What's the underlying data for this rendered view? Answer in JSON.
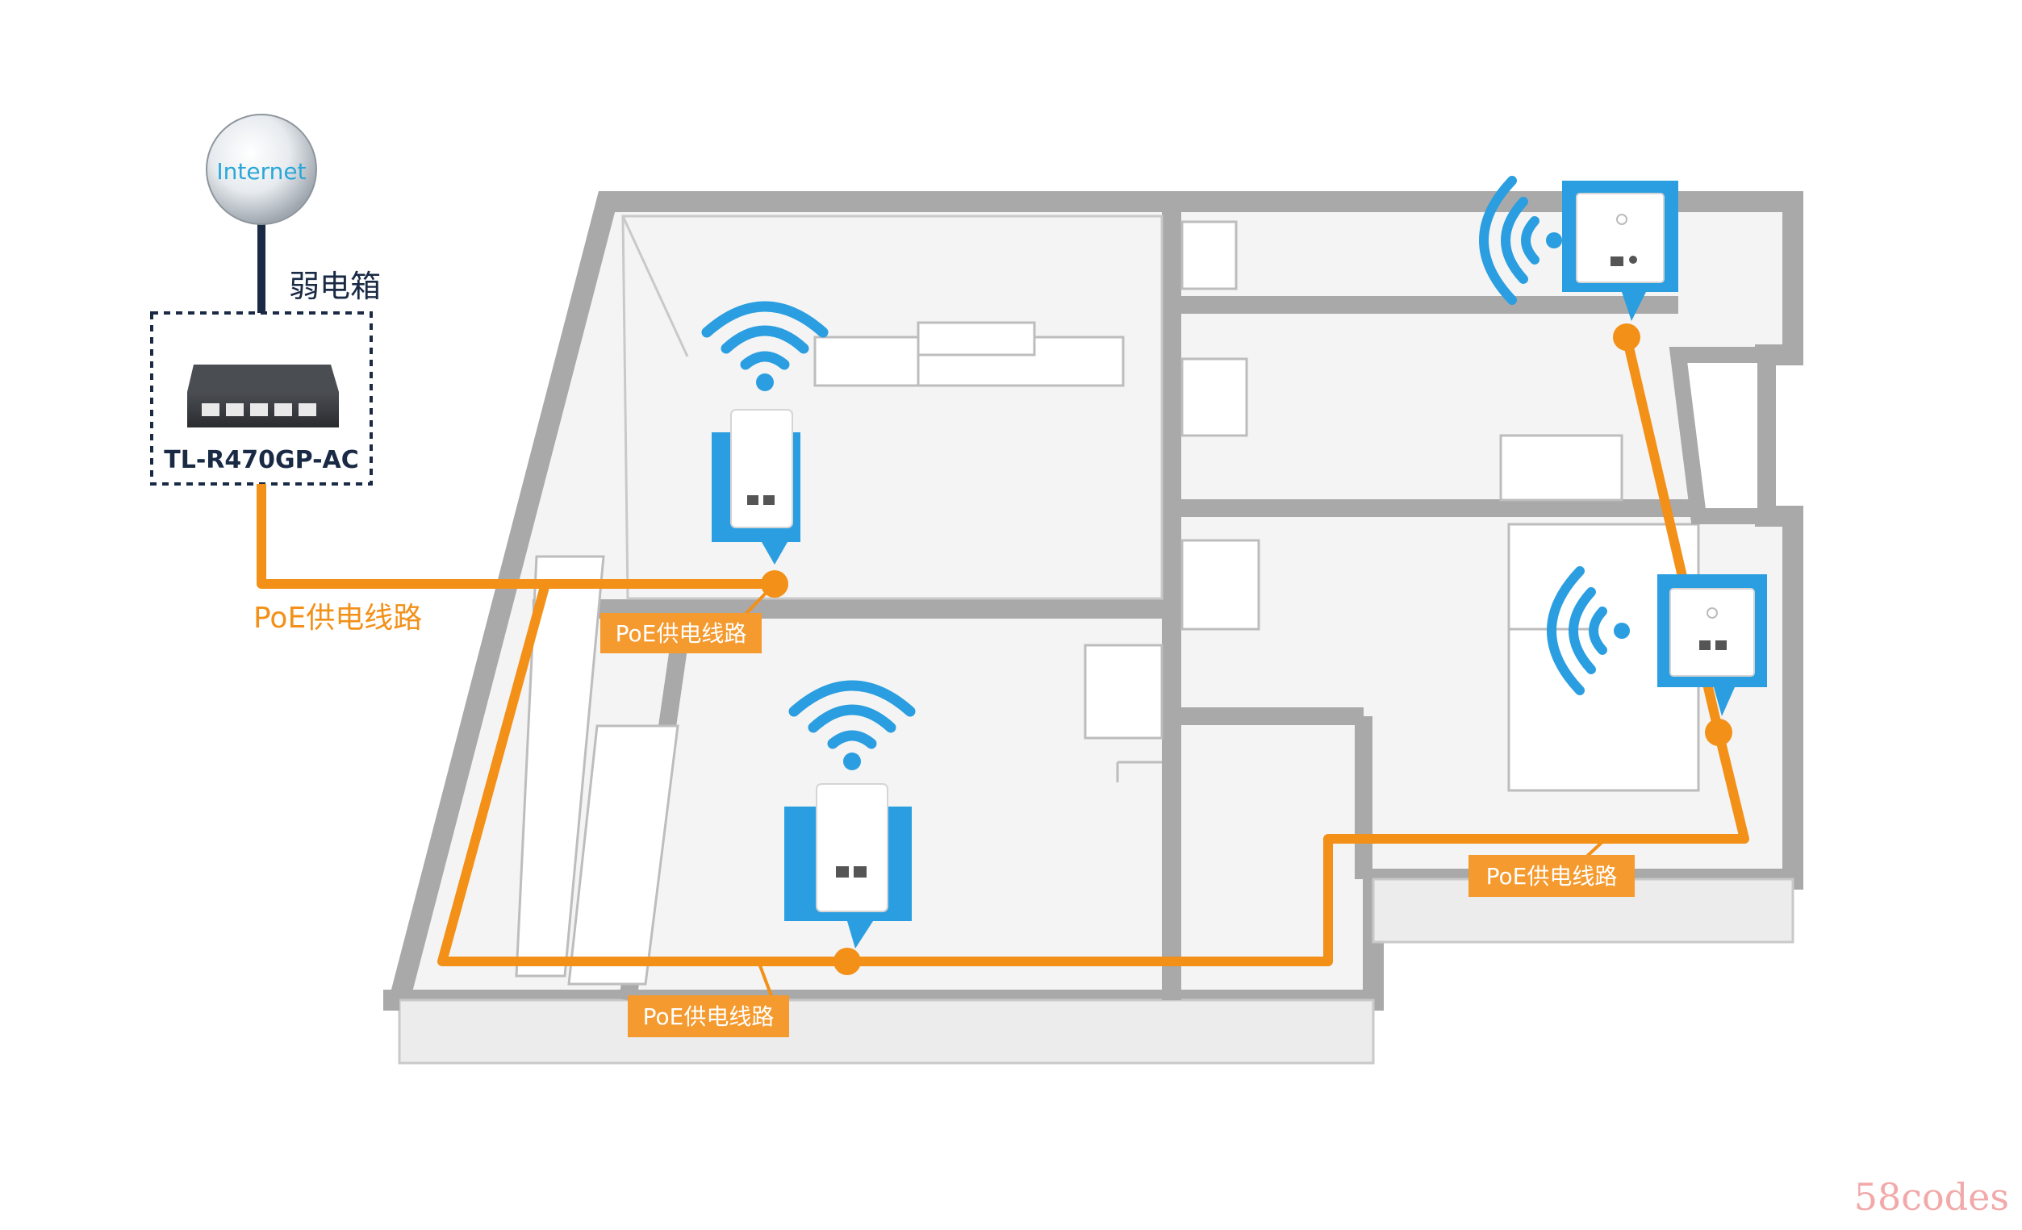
{
  "internet": {
    "label": "Internet"
  },
  "cabinet": {
    "label": "弱电箱"
  },
  "router": {
    "model": "TL-R470GP-AC",
    "port_count": 5
  },
  "cable_labels": {
    "main": "PoE供电线路",
    "bedroom": "PoE供电线路",
    "bottom": "PoE供电线路",
    "right": "PoE供电线路"
  },
  "access_points": [
    "living-room",
    "bedroom",
    "top-right-room",
    "right-room"
  ],
  "watermark": {
    "text": "58codes"
  },
  "colors": {
    "poe_line": "#f39018",
    "label_bg": "#f49a2e",
    "ap_frame": "#2a9ee0",
    "wall": "#a9a9a9",
    "wall_light": "#c9c9c9",
    "floor": "#f4f4f4",
    "text_dark": "#1a2a45",
    "internet_text": "#2aa7d8",
    "watermark": "#f2a9a9",
    "router_body": "#303338"
  }
}
